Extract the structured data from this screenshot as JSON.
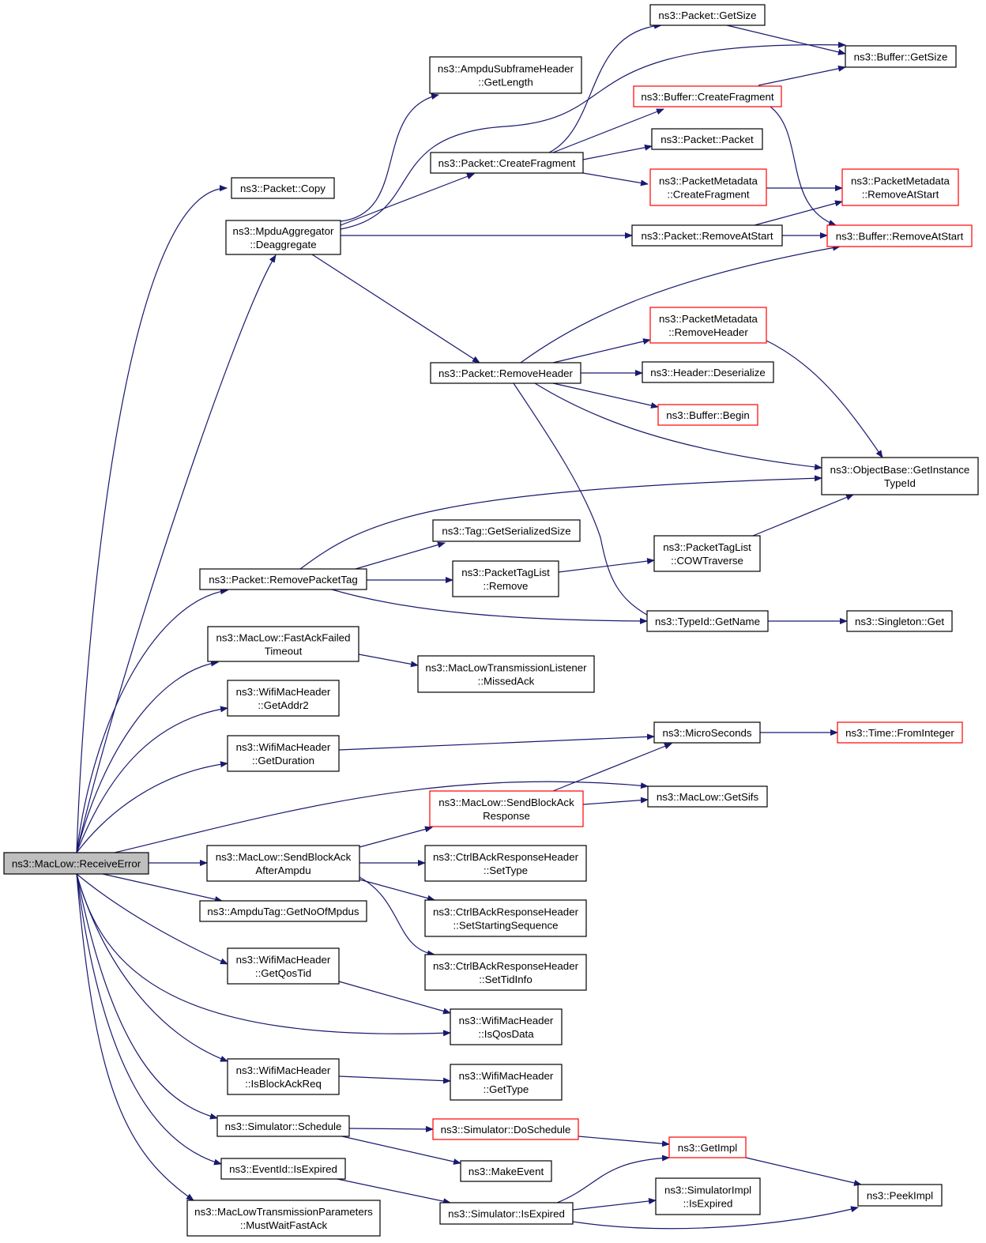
{
  "colors": {
    "edge": "#191970",
    "node_border": "#000000",
    "truncated_node_border": "#ff0000",
    "root_fill": "#bfbfbf"
  },
  "nodes": {
    "root": [
      "ns3::MacLow::ReceiveError"
    ],
    "pcopy": [
      "ns3::Packet::Copy"
    ],
    "deagg": [
      "ns3::MpduAggregator",
      "::Deaggregate"
    ],
    "rpt": [
      "ns3::Packet::RemovePacketTag"
    ],
    "fastack": [
      "ns3::MacLow::FastAckFailed",
      "Timeout"
    ],
    "getaddr2": [
      "ns3::WifiMacHeader",
      "::GetAddr2"
    ],
    "getdur": [
      "ns3::WifiMacHeader",
      "::GetDuration"
    ],
    "sendbaafter": [
      "ns3::MacLow::SendBlockAck",
      "AfterAmpdu"
    ],
    "ampdutag": [
      "ns3::AmpduTag::GetNoOfMpdus"
    ],
    "getqostid": [
      "ns3::WifiMacHeader",
      "::GetQosTid"
    ],
    "isbar": [
      "ns3::WifiMacHeader",
      "::IsBlockAckReq"
    ],
    "simsched": [
      "ns3::Simulator::Schedule"
    ],
    "evexp": [
      "ns3::EventId::IsExpired"
    ],
    "mustwait": [
      "ns3::MacLowTransmissionParameters",
      "::MustWaitFastAck"
    ],
    "ampdulen": [
      "ns3::AmpduSubframeHeader",
      "::GetLength"
    ],
    "createfrag": [
      "ns3::Packet::CreateFragment"
    ],
    "removehdr": [
      "ns3::Packet::RemoveHeader"
    ],
    "taggetser": [
      "ns3::Tag::GetSerializedSize"
    ],
    "ptlremove": [
      "ns3::PacketTagList",
      "::Remove"
    ],
    "missedack": [
      "ns3::MacLowTransmissionListener",
      "::MissedAck"
    ],
    "sendbaresp": [
      "ns3::MacLow::SendBlockAck",
      "Response"
    ],
    "settype": [
      "ns3::CtrlBAckResponseHeader",
      "::SetType"
    ],
    "setstart": [
      "ns3::CtrlBAckResponseHeader",
      "::SetStartingSequence"
    ],
    "settid": [
      "ns3::CtrlBAckResponseHeader",
      "::SetTidInfo"
    ],
    "isqos": [
      "ns3::WifiMacHeader",
      "::IsQosData"
    ],
    "gettype": [
      "ns3::WifiMacHeader",
      "::GetType"
    ],
    "dosched": [
      "ns3::Simulator::DoSchedule"
    ],
    "makeevent": [
      "ns3::MakeEvent"
    ],
    "simexp": [
      "ns3::Simulator::IsExpired"
    ],
    "pgetsize": [
      "ns3::Packet::GetSize"
    ],
    "bcreatefrag": [
      "ns3::Buffer::CreateFragment"
    ],
    "ppacket": [
      "ns3::Packet::Packet"
    ],
    "pmcreatefrag": [
      "ns3::PacketMetadata",
      "::CreateFragment"
    ],
    "premoveatstart": [
      "ns3::Packet::RemoveAtStart"
    ],
    "pmremovehdr": [
      "ns3::PacketMetadata",
      "::RemoveHeader"
    ],
    "hdrdeser": [
      "ns3::Header::Deserialize"
    ],
    "bbegin": [
      "ns3::Buffer::Begin"
    ],
    "ptlcow": [
      "ns3::PacketTagList",
      "::COWTraverse"
    ],
    "tidname": [
      "ns3::TypeId::GetName"
    ],
    "microsec": [
      "ns3::MicroSeconds"
    ],
    "getsifs": [
      "ns3::MacLow::GetSifs"
    ],
    "getimpl": [
      "ns3::GetImpl"
    ],
    "simimplexp": [
      "ns3::SimulatorImpl",
      "::IsExpired"
    ],
    "bgetsize": [
      "ns3::Buffer::GetSize"
    ],
    "pmremoveatstart": [
      "ns3::PacketMetadata",
      "::RemoveAtStart"
    ],
    "bremoveatstart": [
      "ns3::Buffer::RemoveAtStart"
    ],
    "objgetid": [
      "ns3::ObjectBase::GetInstance",
      "TypeId"
    ],
    "singleton": [
      "ns3::Singleton::Get"
    ],
    "fromint": [
      "ns3::Time::FromInteger"
    ],
    "peekimpl": [
      "ns3::PeekImpl"
    ]
  },
  "edges": [
    [
      "root",
      "pcopy"
    ],
    [
      "root",
      "deagg"
    ],
    [
      "root",
      "rpt"
    ],
    [
      "root",
      "fastack"
    ],
    [
      "root",
      "getaddr2"
    ],
    [
      "root",
      "getdur"
    ],
    [
      "root",
      "getsifs"
    ],
    [
      "root",
      "sendbaafter"
    ],
    [
      "root",
      "ampdutag"
    ],
    [
      "root",
      "getqostid"
    ],
    [
      "root",
      "isqos"
    ],
    [
      "root",
      "isbar"
    ],
    [
      "root",
      "simsched"
    ],
    [
      "root",
      "evexp"
    ],
    [
      "root",
      "mustwait"
    ],
    [
      "deagg",
      "ampdulen"
    ],
    [
      "deagg",
      "createfrag"
    ],
    [
      "deagg",
      "bgetsize"
    ],
    [
      "deagg",
      "premoveatstart"
    ],
    [
      "deagg",
      "removehdr"
    ],
    [
      "createfrag",
      "pgetsize"
    ],
    [
      "createfrag",
      "bcreatefrag"
    ],
    [
      "createfrag",
      "ppacket"
    ],
    [
      "createfrag",
      "pmcreatefrag"
    ],
    [
      "pgetsize",
      "bgetsize"
    ],
    [
      "bcreatefrag",
      "bgetsize"
    ],
    [
      "bcreatefrag",
      "bremoveatstart"
    ],
    [
      "pmcreatefrag",
      "pmremoveatstart"
    ],
    [
      "premoveatstart",
      "pmremoveatstart"
    ],
    [
      "premoveatstart",
      "bremoveatstart"
    ],
    [
      "removehdr",
      "bremoveatstart"
    ],
    [
      "removehdr",
      "pmremovehdr"
    ],
    [
      "removehdr",
      "hdrdeser"
    ],
    [
      "removehdr",
      "bbegin"
    ],
    [
      "removehdr",
      "objgetid"
    ],
    [
      "removehdr",
      "tidname"
    ],
    [
      "pmremovehdr",
      "objgetid"
    ],
    [
      "rpt",
      "objgetid"
    ],
    [
      "rpt",
      "taggetser"
    ],
    [
      "rpt",
      "ptlremove"
    ],
    [
      "rpt",
      "tidname"
    ],
    [
      "ptlremove",
      "ptlcow"
    ],
    [
      "ptlcow",
      "objgetid"
    ],
    [
      "tidname",
      "singleton"
    ],
    [
      "fastack",
      "missedack"
    ],
    [
      "getdur",
      "microsec"
    ],
    [
      "microsec",
      "fromint"
    ],
    [
      "sendbaresp",
      "microsec"
    ],
    [
      "sendbaresp",
      "getsifs"
    ],
    [
      "sendbaafter",
      "sendbaresp"
    ],
    [
      "sendbaafter",
      "settype"
    ],
    [
      "sendbaafter",
      "setstart"
    ],
    [
      "sendbaafter",
      "settid"
    ],
    [
      "getqostid",
      "isqos"
    ],
    [
      "isbar",
      "gettype"
    ],
    [
      "simsched",
      "dosched"
    ],
    [
      "simsched",
      "makeevent"
    ],
    [
      "dosched",
      "getimpl"
    ],
    [
      "getimpl",
      "peekimpl"
    ],
    [
      "evexp",
      "simexp"
    ],
    [
      "simexp",
      "getimpl"
    ],
    [
      "simexp",
      "simimplexp"
    ],
    [
      "simexp",
      "peekimpl"
    ]
  ]
}
